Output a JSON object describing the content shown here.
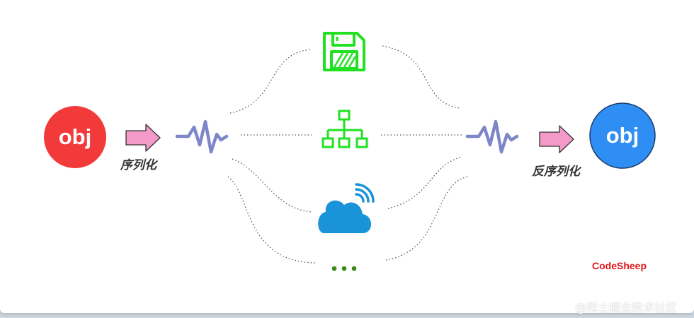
{
  "nodes": {
    "source_object": {
      "label": "obj",
      "color": "#f23a3a"
    },
    "target_object": {
      "label": "obj",
      "color": "#2f8ef4"
    }
  },
  "steps": {
    "serialize_label": "序列化",
    "deserialize_label": "反序列化"
  },
  "channels": [
    {
      "icon": "floppy-disk-icon",
      "color": "#22e022"
    },
    {
      "icon": "network-tree-icon",
      "color": "#22e022"
    },
    {
      "icon": "cloud-wireless-icon",
      "color": "#1a93d8"
    },
    {
      "icon": "ellipsis-icon",
      "color": "#3a8a1a"
    }
  ],
  "colors": {
    "arrow": "#f49ac8",
    "signal_wave": "#7d86c7",
    "dotted_line": "#555555"
  },
  "brand": "CodeSheep",
  "watermark": "@稀土掘金技术社区"
}
